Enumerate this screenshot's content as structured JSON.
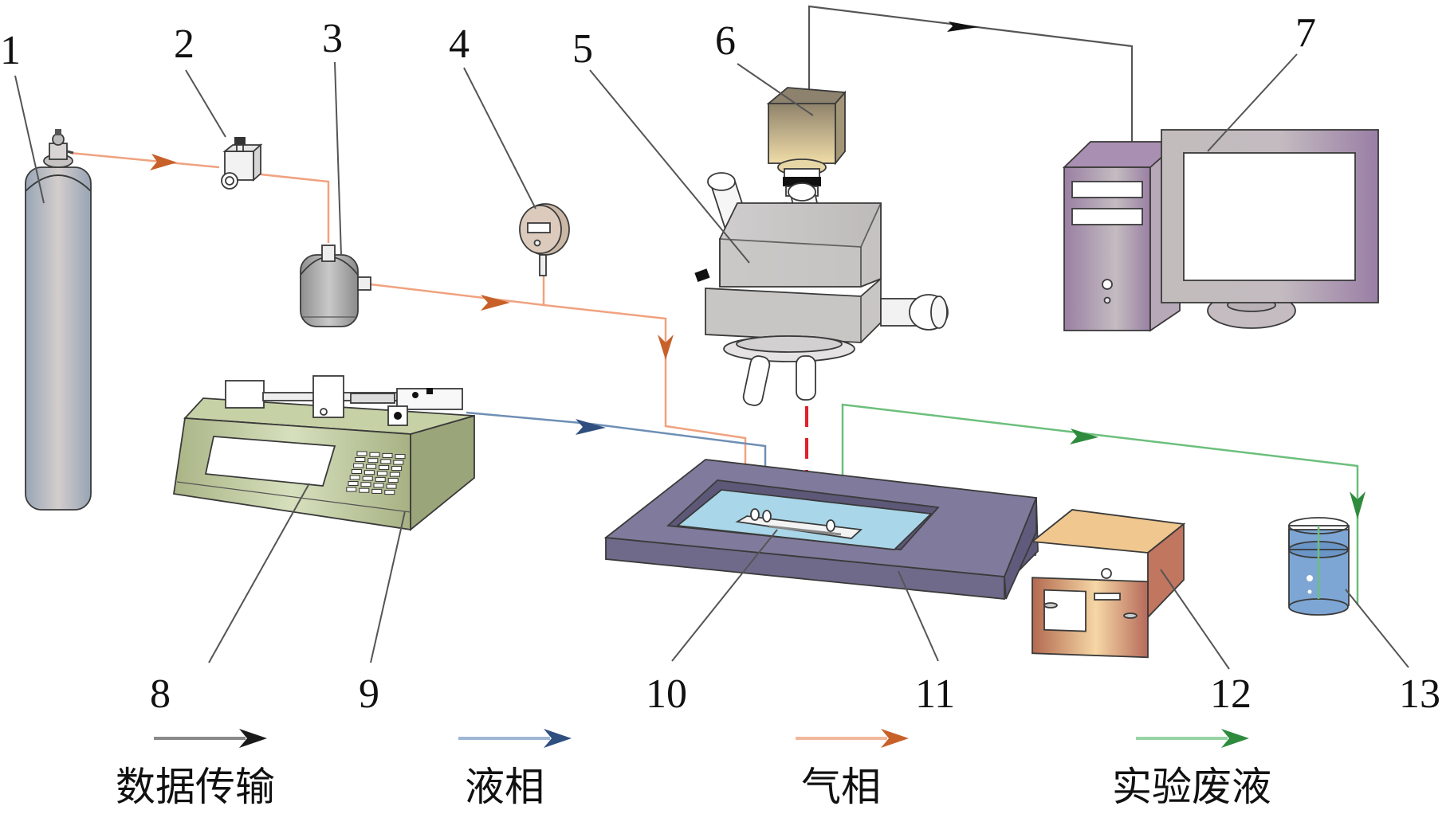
{
  "title": "Experimental setup schematic",
  "components": [
    {
      "id": "1",
      "label": "1",
      "name": "gas cylinder"
    },
    {
      "id": "2",
      "label": "2",
      "name": "pressure regulator"
    },
    {
      "id": "3",
      "label": "3",
      "name": "buffer tank"
    },
    {
      "id": "4",
      "label": "4",
      "name": "pressure gauge"
    },
    {
      "id": "5",
      "label": "5",
      "name": "microscope"
    },
    {
      "id": "6",
      "label": "6",
      "name": "high-speed camera"
    },
    {
      "id": "7",
      "label": "7",
      "name": "computer"
    },
    {
      "id": "8",
      "label": "8",
      "name": "syringe pump"
    },
    {
      "id": "9",
      "label": "9",
      "name": "syringe"
    },
    {
      "id": "10",
      "label": "10",
      "name": "microfluidic chip"
    },
    {
      "id": "11",
      "label": "11",
      "name": "temperature-controlled stage"
    },
    {
      "id": "12",
      "label": "12",
      "name": "temperature controller"
    },
    {
      "id": "13",
      "label": "13",
      "name": "waste beaker"
    }
  ],
  "legend": [
    {
      "key": "data",
      "label": "数据传输",
      "color": "#1a1a1a",
      "line_color": "#8a8a8a"
    },
    {
      "key": "liquid",
      "label": "液相",
      "color": "#2f4f7f",
      "line_color": "#9fb6d3"
    },
    {
      "key": "gas",
      "label": "气相",
      "color": "#c8602a",
      "line_color": "#f2b89c"
    },
    {
      "key": "waste",
      "label": "实验废液",
      "color": "#2e8b3e",
      "line_color": "#9ad3a5"
    }
  ],
  "colors": {
    "cylinder": "#b7bfc8",
    "pump_body": "#b9c59a",
    "stage": "#6f6a8a",
    "stage_liquid": "#a9d6e8",
    "computer": "#9a7fa3",
    "controller": "#d7a37a",
    "camera": "#c9b489",
    "beaker_liquid": "#7ea6d4",
    "laser": "#e0202a"
  }
}
